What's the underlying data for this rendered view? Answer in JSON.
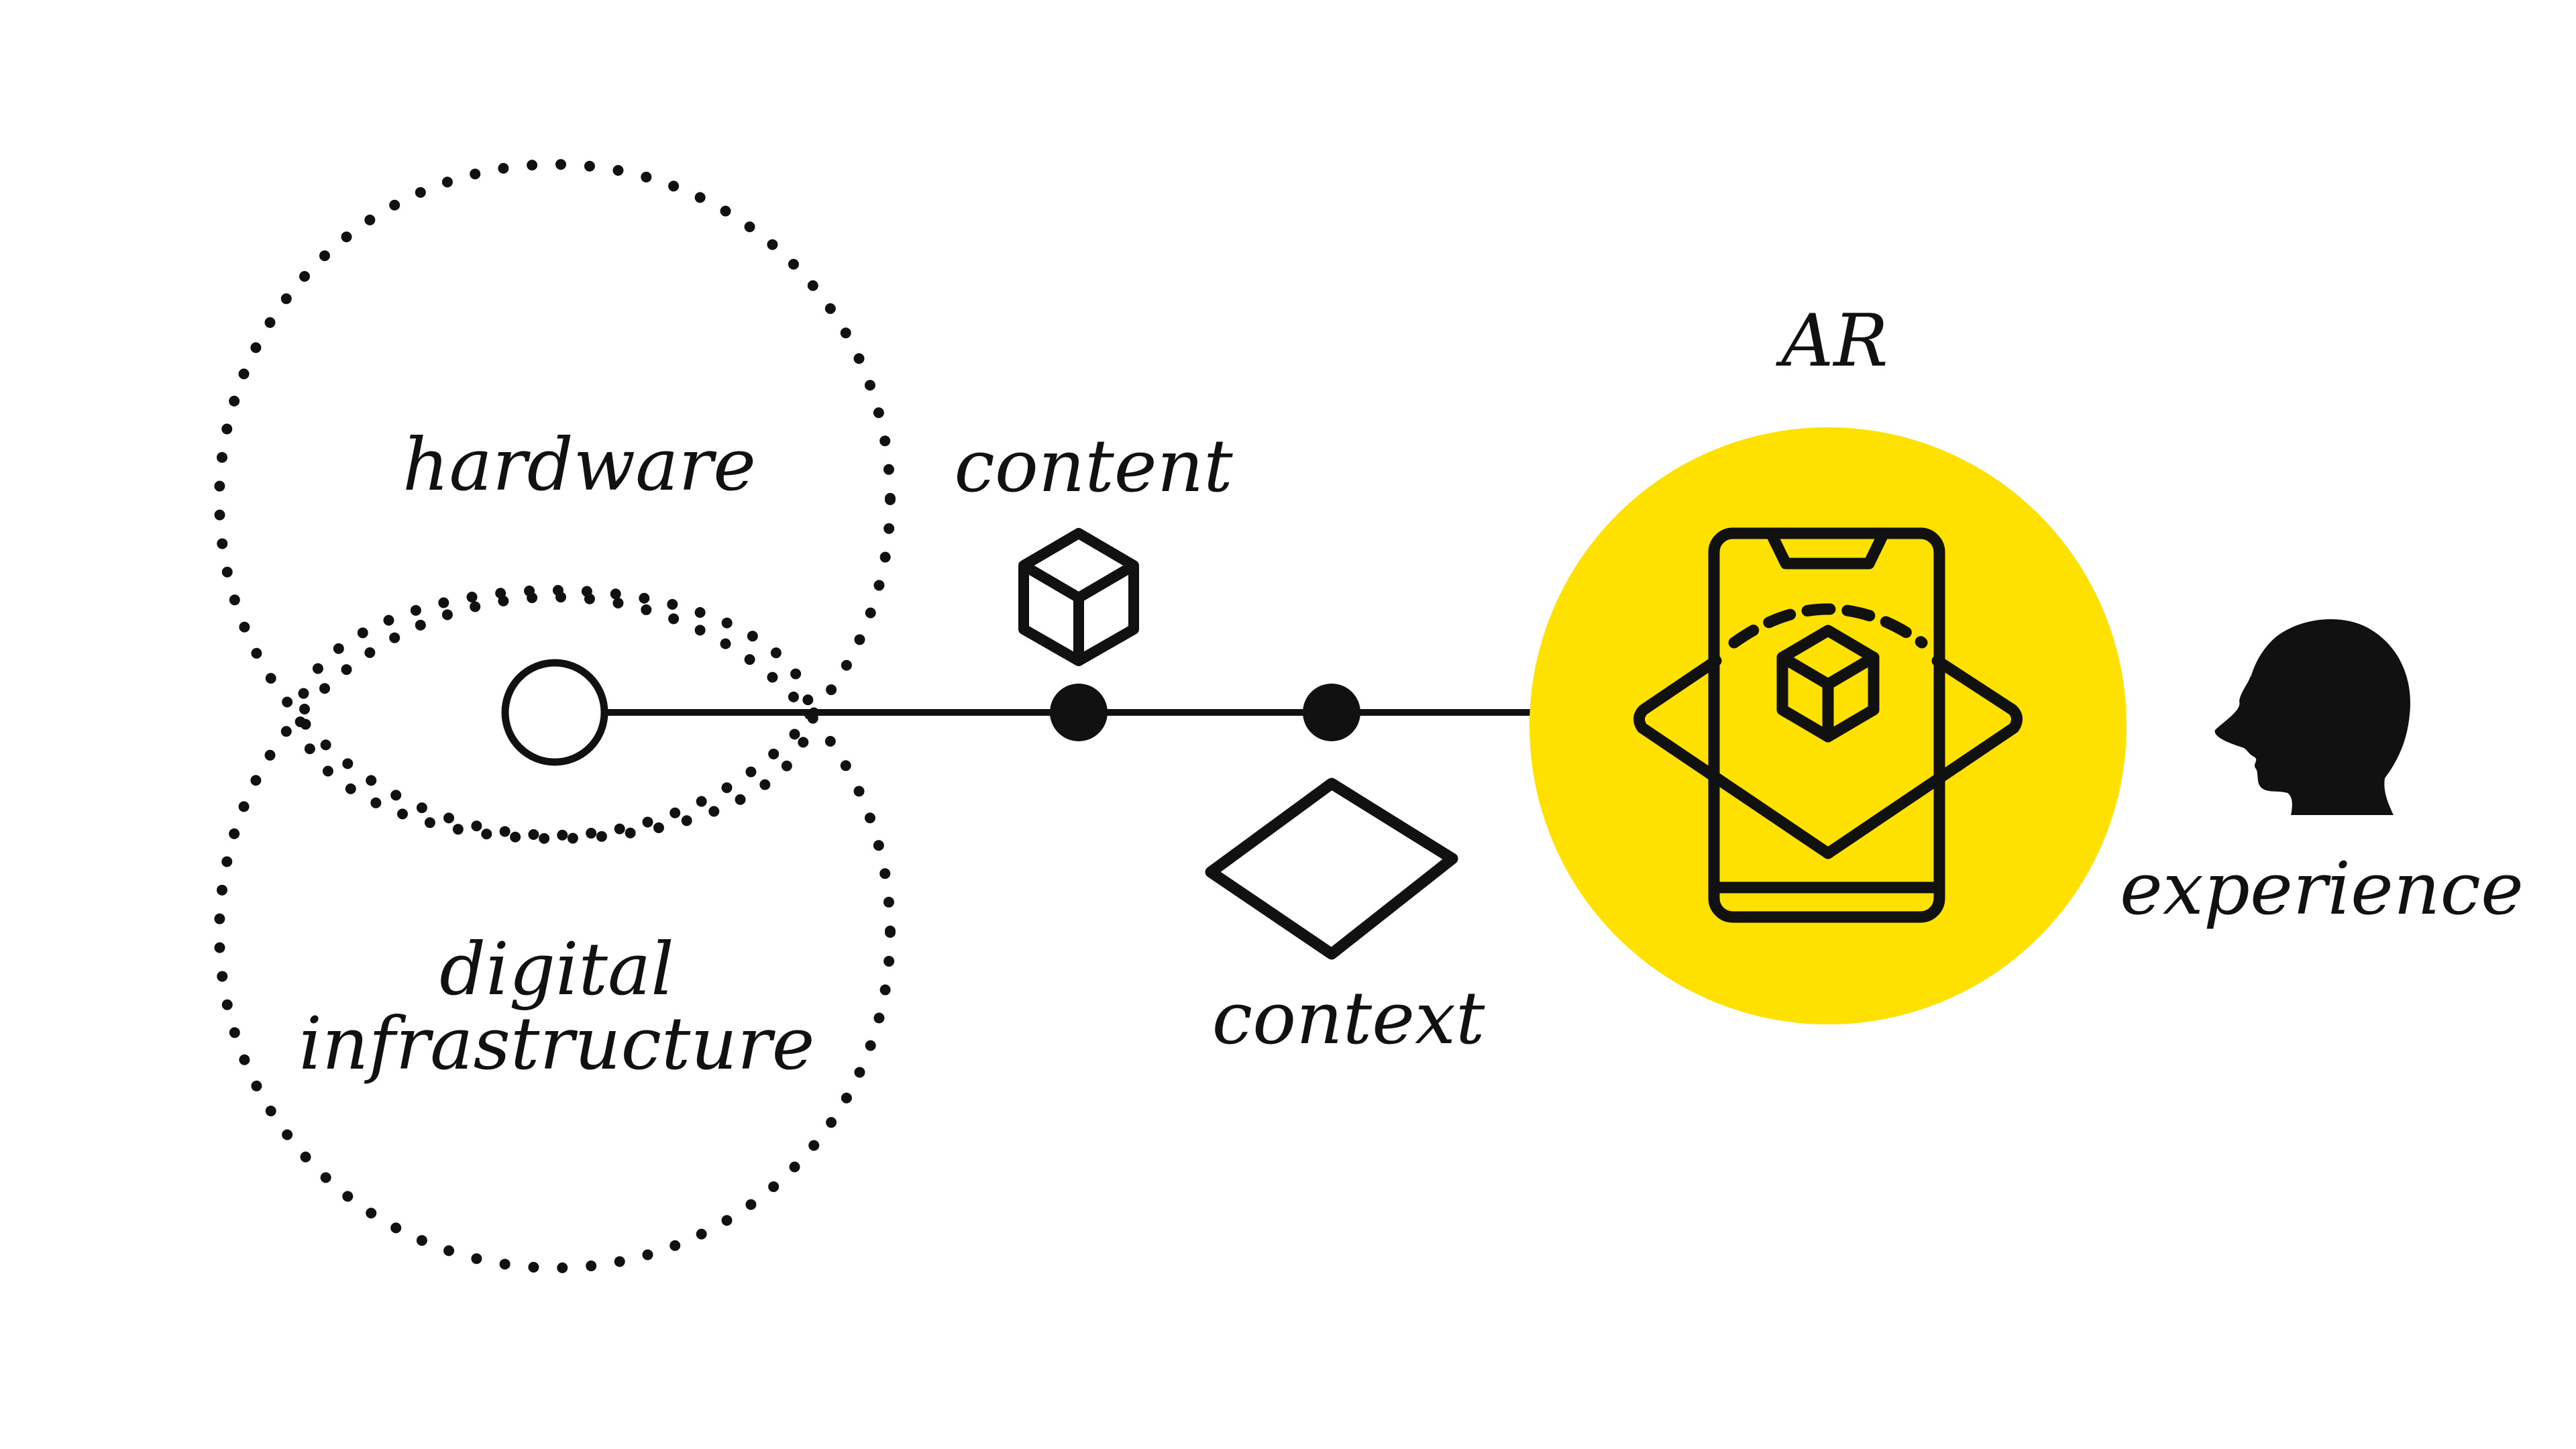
{
  "labels": {
    "hardware": "hardware",
    "content": "content",
    "ar": "AR",
    "digital_line1": "digital",
    "digital_line2": "infrastructure",
    "context": "context",
    "experience": "experience"
  },
  "colors": {
    "ink": "#111111",
    "ar_highlight": "#FFE100",
    "background": "#FFFFFF"
  },
  "icons": {
    "content": "cube-icon",
    "context": "diamond-icon",
    "ar": "smartphone-ar-icon",
    "experience": "human-head-icon"
  }
}
